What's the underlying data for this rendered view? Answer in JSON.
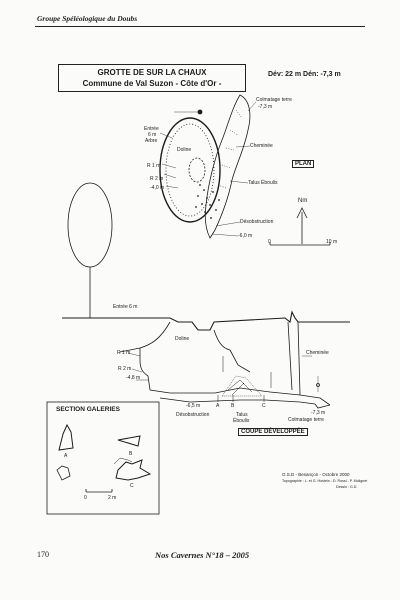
{
  "header": {
    "org": "Groupe Spéléologique du Doubs"
  },
  "title": {
    "line1": "GROTTE DE SUR LA CHAUX",
    "line2": "Commune de Val Suzon - Côte d'Or -",
    "dev": "Dév: 22 m  Dén: -7,3 m"
  },
  "plan": {
    "label": "PLAN",
    "north": "Nm",
    "scale_start": "0",
    "scale_end": "10 m",
    "labels": {
      "arbre": "Arbre",
      "entree": "Entrée",
      "entree_depth": "6 m",
      "doline": "Doline",
      "r1": "R 1 m",
      "r2": "R 2 m",
      "d4": "-4,0 m",
      "colmatage": "Colmatage terre",
      "colmatage_depth": "-7,3 m",
      "cheminee": "Cheminée",
      "talus": "Talus  Éboulis",
      "desobstruction": "Désobstruction",
      "d6": "-6,0 m"
    }
  },
  "section": {
    "entree": "Entrée 6 m",
    "doline": "Doline",
    "cheminee": "Cheminée",
    "r1": "R 1 m",
    "r2": "R 2 m",
    "d48": "-4,8 m",
    "d65": "-6,5 m",
    "a": "A",
    "b": "B",
    "c": "C",
    "desobstruction": "Désobstruction",
    "talus": "Talus",
    "eboulis": "Éboulis",
    "d73": "-7,3 m",
    "colmatage": "Colmatage terre",
    "coupe_label": "COUPE DÉVELOPPÉE"
  },
  "galleries": {
    "title": "SECTION GALERIES",
    "a": "A",
    "b": "B",
    "c": "C",
    "scale_start": "0",
    "scale_end": "2 m"
  },
  "credits": {
    "line1": "G.S.D - Besançon - Octobre 2000",
    "line2": "Topographie : L. et G. Hostein - D. Rossi - P. Molignet",
    "line3": "Dessin : G.D."
  },
  "footer": {
    "page": "170",
    "journal": "Nos Cavernes N°18 – 2005"
  }
}
